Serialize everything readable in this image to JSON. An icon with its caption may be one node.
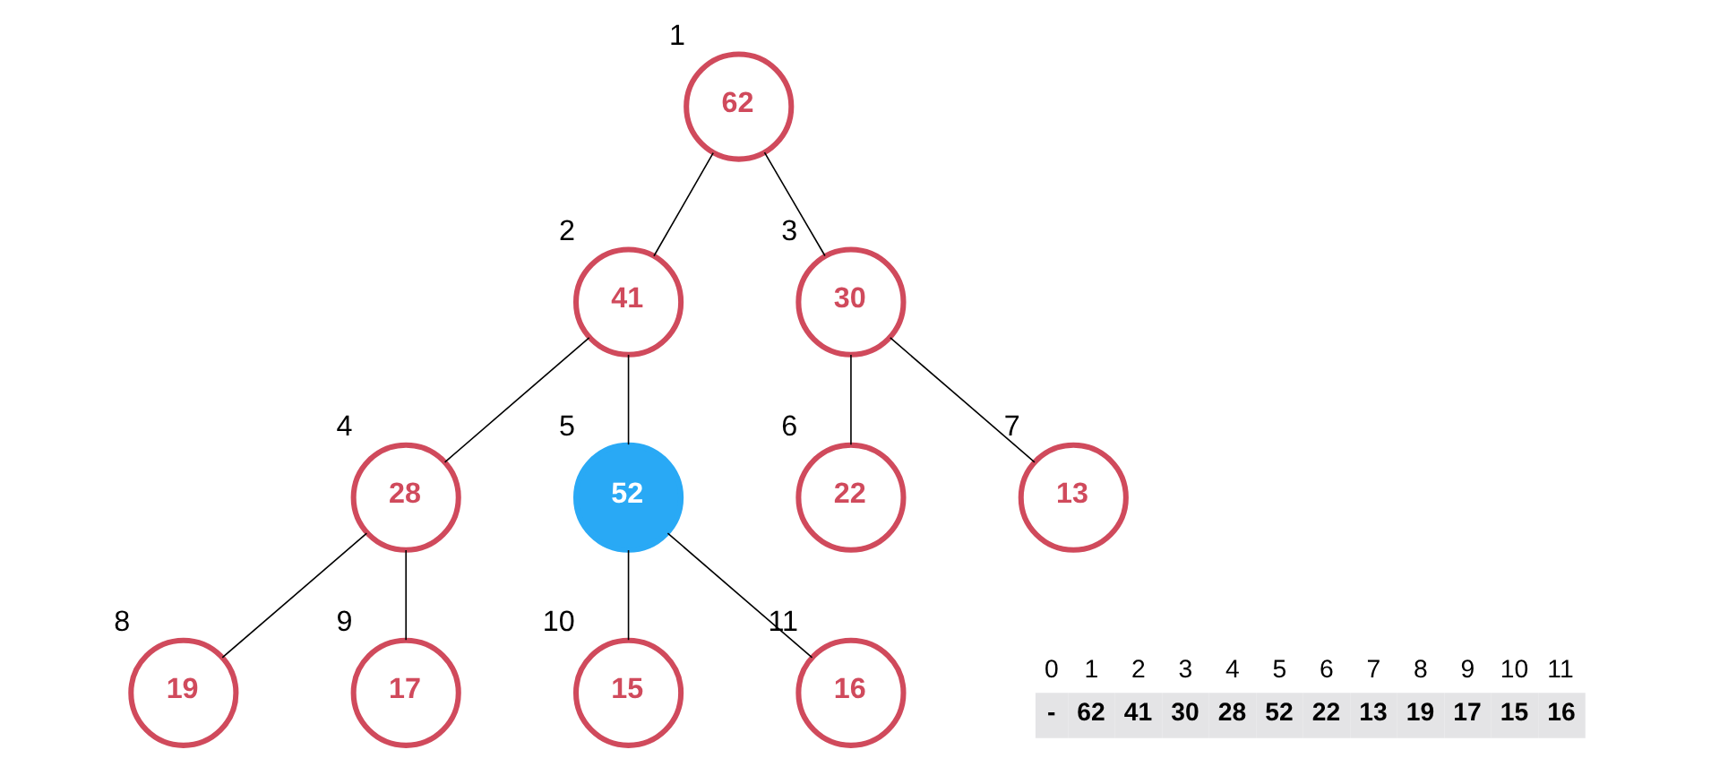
{
  "diagram": {
    "nodes": [
      {
        "text": [
          "62"
        ],
        "beside": [
          "1"
        ]
      },
      {
        "text": [
          "41"
        ],
        "beside": [
          "2"
        ]
      },
      {
        "text": [
          "30"
        ],
        "beside": [
          "3"
        ]
      },
      {
        "text": [
          "28"
        ],
        "beside": [
          "4"
        ]
      },
      {
        "text": [
          "52"
        ],
        "beside": [
          "5"
        ]
      },
      {
        "text": [
          "22"
        ],
        "beside": [
          "6"
        ]
      },
      {
        "text": [
          "13"
        ],
        "beside": [
          "7"
        ]
      },
      {
        "text": [
          "19"
        ],
        "beside": [
          "8"
        ]
      },
      {
        "text": [
          "17"
        ],
        "beside": [
          "9"
        ]
      },
      {
        "text": [
          "15"
        ],
        "beside": [
          "10"
        ]
      },
      {
        "text": [
          "16"
        ],
        "beside": [
          "11"
        ]
      }
    ],
    "edges": [
      {
        "from": 0,
        "to": 1,
        "arrow": "none"
      },
      {
        "from": 0,
        "to": 2,
        "arrow": "none"
      },
      {
        "from": 1,
        "to": 3,
        "arrow": "none"
      },
      {
        "from": 1,
        "to": 4,
        "arrow": "none"
      },
      {
        "from": 2,
        "to": 5,
        "arrow": "none"
      },
      {
        "from": 2,
        "to": 6,
        "arrow": "none"
      },
      {
        "from": 3,
        "to": 7,
        "arrow": "none"
      },
      {
        "from": 3,
        "to": 8,
        "arrow": "none"
      },
      {
        "from": 4,
        "to": 9,
        "arrow": "none"
      },
      {
        "from": 4,
        "to": 10,
        "arrow": "none"
      }
    ],
    "labels": [
      "0",
      "1",
      "2",
      "3",
      "4",
      "5",
      "6",
      "7",
      "8",
      "9",
      "10",
      "11",
      "-",
      "62",
      "41",
      "30",
      "28",
      "52",
      "22",
      "13",
      "19",
      "17",
      "15",
      "16"
    ]
  }
}
